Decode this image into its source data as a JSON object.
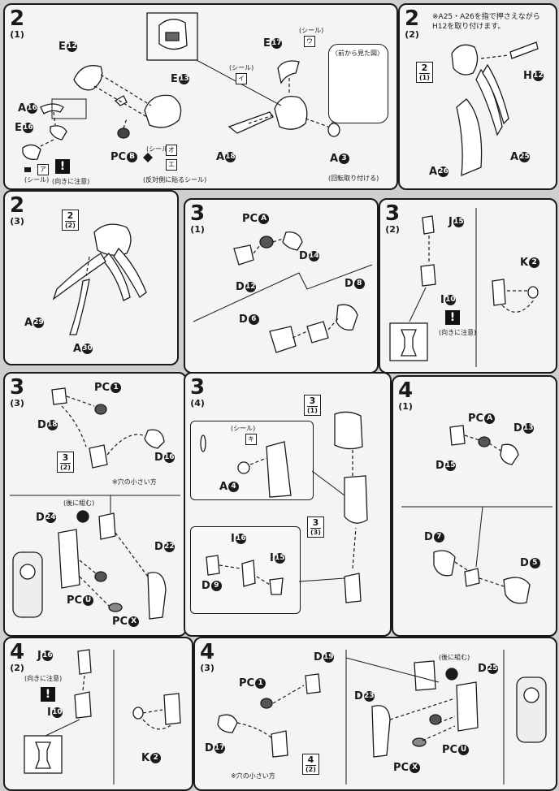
{
  "panels": {
    "p2_1": {
      "step": "2",
      "sub": "(1)",
      "labels": {
        "e12": "E",
        "e12c": "12",
        "e17": "E",
        "e17c": "17",
        "e13": "E",
        "e13c": "13",
        "a16": "A",
        "a16c": "16",
        "e16": "E",
        "e16c": "16",
        "pc8": "PC",
        "pc8c": "B",
        "a18": "A",
        "a18c": "18",
        "a3": "A",
        "a3c": "3"
      },
      "notes": {
        "seal_u": "(シール)",
        "seal_u_mark": "ウ",
        "seal_i": "(シール)",
        "seal_i_mark": "イ",
        "seal_a": "(シール)",
        "seal_a_mark": "ア",
        "seal_o": "(シール)",
        "seal_o_mark": "オ",
        "seal_e_mark": "エ",
        "mirror_seal": "(反対側に貼るシール)",
        "front_view": "〈前から見た図〉",
        "orient": "(向きに注意)",
        "rotate": "(回転取り付ける)"
      }
    },
    "p2_2": {
      "step": "2",
      "sub": "(2)",
      "instruction": "※A25・A26を指で押さえながら H12を取り付けます。",
      "ref": "2",
      "ref_sub": "(1)",
      "labels": {
        "h12": "H",
        "h12c": "12",
        "a25": "A",
        "a25c": "25",
        "a26": "A",
        "a26c": "26"
      }
    },
    "p2_3": {
      "step": "2",
      "sub": "(3)",
      "ref": "2",
      "ref_sub": "(2)",
      "labels": {
        "a29": "A",
        "a29c": "29",
        "a30": "A",
        "a30c": "30"
      }
    },
    "p3_1": {
      "step": "3",
      "sub": "(1)",
      "labels": {
        "pca": "PC",
        "pcac": "A",
        "d14": "D",
        "d14c": "14",
        "d12": "D",
        "d12c": "12",
        "d8": "D",
        "d8c": "8",
        "d6": "D",
        "d6c": "6"
      }
    },
    "p3_2": {
      "step": "3",
      "sub": "(2)",
      "labels": {
        "j15": "J",
        "j15c": "15",
        "k2": "K",
        "k2c": "2",
        "i10": "I",
        "i10c": "10"
      },
      "notes": {
        "orient": "(向きに注意)"
      }
    },
    "p3_3": {
      "step": "3",
      "sub": "(3)",
      "ref": "3",
      "ref_sub": "(2)",
      "labels": {
        "pc1": "PC",
        "pc1c": "1",
        "d18": "D",
        "d18c": "18",
        "d16": "D",
        "d16c": "16",
        "d24": "D",
        "d24c": "24",
        "d22": "D",
        "d22c": "22",
        "pcu": "PC",
        "pcuc": "U",
        "pcx": "PC",
        "pcxc": "X"
      },
      "notes": {
        "small_hole": "※穴の小さい方",
        "rear_fit": "(後に組む)"
      }
    },
    "p3_4": {
      "step": "3",
      "sub": "(4)",
      "ref1": "3",
      "ref1_sub": "(1)",
      "ref2": "3",
      "ref2_sub": "(3)",
      "labels": {
        "a4": "A",
        "a4c": "4",
        "i16": "I",
        "i16c": "16",
        "i15": "I",
        "i15c": "15",
        "d9": "D",
        "d9c": "9"
      },
      "notes": {
        "seal": "(シール)",
        "seal_mark": "キ"
      }
    },
    "p4_1": {
      "step": "4",
      "sub": "(1)",
      "labels": {
        "pca": "PC",
        "pcac": "A",
        "d13": "D",
        "d13c": "13",
        "d15": "D",
        "d15c": "15",
        "d7": "D",
        "d7c": "7",
        "d5": "D",
        "d5c": "5"
      }
    },
    "p4_2": {
      "step": "4",
      "sub": "(2)",
      "labels": {
        "j16": "J",
        "j16c": "16",
        "i10": "I",
        "i10c": "10",
        "k2": "K",
        "k2c": "2"
      },
      "notes": {
        "orient": "(向きに注意)"
      }
    },
    "p4_3": {
      "step": "4",
      "sub": "(3)",
      "ref": "4",
      "ref_sub": "(2)",
      "labels": {
        "d19": "D",
        "d19c": "19",
        "pc1": "PC",
        "pc1c": "1",
        "d17": "D",
        "d17c": "17",
        "d25": "D",
        "d25c": "25",
        "d23": "D",
        "d23c": "23",
        "pcu": "PC",
        "pcuc": "U",
        "pcx": "PC",
        "pcxc": "X"
      },
      "notes": {
        "small_hole": "※穴の小さい方",
        "rear_fit": "(後に組む)"
      }
    }
  }
}
